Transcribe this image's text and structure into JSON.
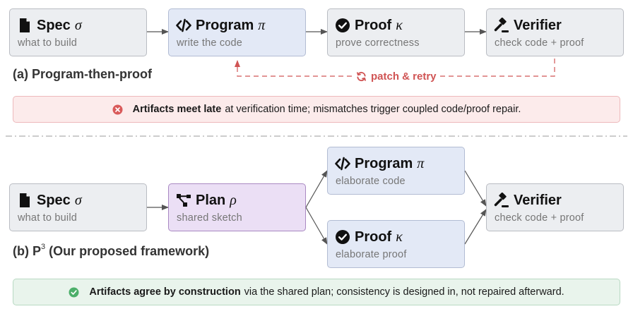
{
  "colors": {
    "box_gray": "#eceef1",
    "box_blue": "#e3e9f6",
    "box_purple": "#ebdff5",
    "error_red": "#d05454",
    "success_green": "#4caf6a"
  },
  "part_a": {
    "caption": "(a) Program-then-proof",
    "spec": {
      "icon": "file-icon",
      "title": "Spec",
      "symbol": "σ",
      "subtitle": "what to build"
    },
    "program": {
      "icon": "code-icon",
      "title": "Program",
      "symbol": "π",
      "subtitle": "write the code"
    },
    "proof": {
      "icon": "check-circle-icon",
      "title": "Proof",
      "symbol": "κ",
      "subtitle": "prove correctness"
    },
    "verifier": {
      "icon": "gavel-icon",
      "title": "Verifier",
      "subtitle": "check code + proof"
    },
    "retry_label": "patch & retry",
    "banner": {
      "icon": "x-circle-icon",
      "bold": "Artifacts meet late",
      "text": "at verification time; mismatches trigger coupled code/proof repair."
    }
  },
  "part_b": {
    "caption_prefix": "(b) P",
    "caption_superscript": "3",
    "caption_suffix": "(Our proposed framework)",
    "spec": {
      "icon": "file-icon",
      "title": "Spec",
      "symbol": "σ",
      "subtitle": "what to build"
    },
    "plan": {
      "icon": "sitemap-icon",
      "title": "Plan",
      "symbol": "ρ",
      "subtitle": "shared sketch"
    },
    "program": {
      "icon": "code-icon",
      "title": "Program",
      "symbol": "π",
      "subtitle": "elaborate code"
    },
    "proof": {
      "icon": "check-circle-icon",
      "title": "Proof",
      "symbol": "κ",
      "subtitle": "elaborate proof"
    },
    "verifier": {
      "icon": "gavel-icon",
      "title": "Verifier",
      "subtitle": "check code + proof"
    },
    "banner": {
      "icon": "check-circle-icon",
      "bold": "Artifacts agree by construction",
      "text": "via the shared plan; consistency is designed in, not repaired afterward."
    }
  }
}
